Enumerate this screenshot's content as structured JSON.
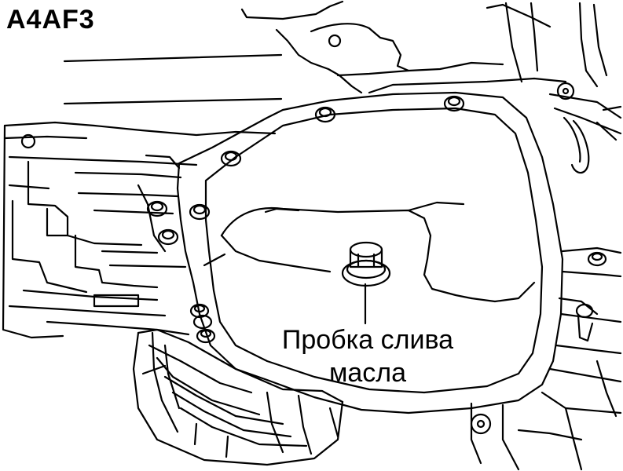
{
  "diagram": {
    "model_code": "A4AF3",
    "callout": {
      "line1": "Пробка слива",
      "line2": "масла"
    }
  },
  "colors": {
    "ink": "#000000",
    "paper": "#ffffff"
  }
}
